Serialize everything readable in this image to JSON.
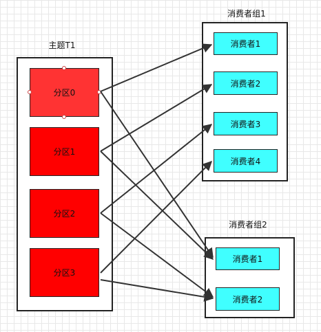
{
  "topic": {
    "label": "主题T1",
    "partitions": [
      "分区0",
      "分区1",
      "分区2",
      "分区3"
    ]
  },
  "group1": {
    "label": "消费者组1",
    "consumers": [
      "消费者1",
      "消费者2",
      "消费者3",
      "消费者4"
    ]
  },
  "group2": {
    "label": "消费者组2",
    "consumers": [
      "消费者1",
      "消费者2"
    ]
  },
  "edges": [
    {
      "from": "分区0",
      "to": "消费者组1/消费者1"
    },
    {
      "from": "分区1",
      "to": "消费者组1/消费者2"
    },
    {
      "from": "分区2",
      "to": "消费者组1/消费者3"
    },
    {
      "from": "分区3",
      "to": "消费者组1/消费者4"
    },
    {
      "from": "分区0",
      "to": "消费者组2/消费者1"
    },
    {
      "from": "分区1",
      "to": "消费者组2/消费者1"
    },
    {
      "from": "分区2",
      "to": "消费者组2/消费者2"
    },
    {
      "from": "分区3",
      "to": "消费者组2/消费者2"
    }
  ],
  "colors": {
    "partition": "#ff0000",
    "partition_selected": "#ff3333",
    "consumer": "#40ffff",
    "edge": "#333333"
  }
}
